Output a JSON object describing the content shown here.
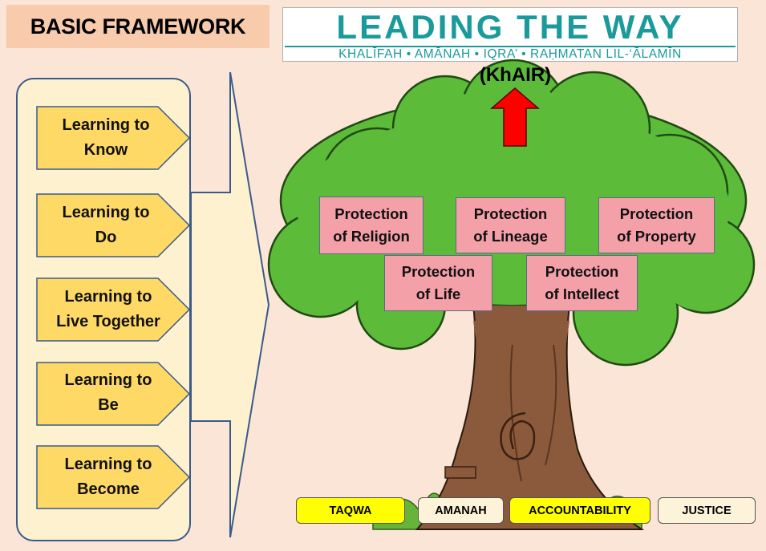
{
  "title": "BASIC FRAMEWORK",
  "banner": {
    "main": "LEADING THE WAY",
    "sub": "KHALĪFAH • AMĀNAH • IQRA’ • RAḤMATAN LIL-‘ĀLAMĪN"
  },
  "learning_pillars": [
    {
      "line1": "Learning to",
      "line2": "Know"
    },
    {
      "line1": "Learning to",
      "line2": "Do"
    },
    {
      "line1": "Learning to",
      "line2": "Live Together"
    },
    {
      "line1": "Learning to",
      "line2": "Be"
    },
    {
      "line1": "Learning to",
      "line2": "Become"
    }
  ],
  "khair_label": "(KhAIR)",
  "protections": [
    {
      "line1": "Protection",
      "line2": "of Religion"
    },
    {
      "line1": "Protection",
      "line2": "of Lineage"
    },
    {
      "line1": "Protection",
      "line2": "of Property"
    },
    {
      "line1": "Protection",
      "line2": "of Life"
    },
    {
      "line1": "Protection",
      "line2": "of Intellect"
    }
  ],
  "values": [
    {
      "label": "TAQWA",
      "color": "#ffff00"
    },
    {
      "label": "AMANAH",
      "color": "#fdf3d8"
    },
    {
      "label": "ACCOUNTABILITY",
      "color": "#ffff00"
    },
    {
      "label": "JUSTICE",
      "color": "#fdf3d8"
    }
  ],
  "colors": {
    "background": "#fbe5d6",
    "title_box": "#f8cbad",
    "banner_text": "#1a9a9a",
    "pillar_fill": "#ffd966",
    "panel_fill": "#fef1cf",
    "protection_fill": "#f4a0a8",
    "foliage": "#5dbb3a",
    "trunk": "#8b5a3c",
    "arrow": "#ff0000"
  }
}
